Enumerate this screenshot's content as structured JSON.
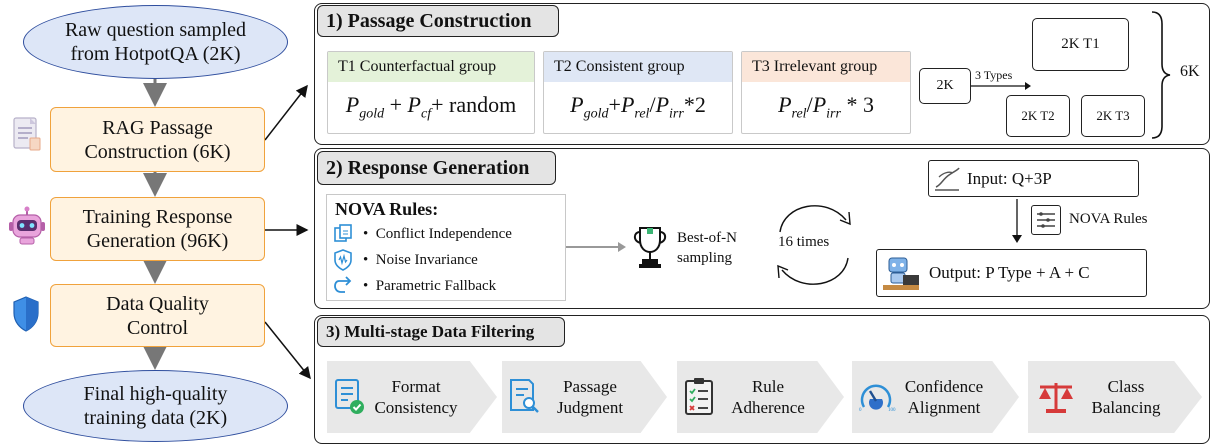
{
  "flow": {
    "start": "Raw question sampled from HotpotQA (2K)",
    "step1": "RAG Passage Construction (6K)",
    "step2": "Training Response Generation (96K)",
    "step3": "Data Quality Control",
    "end": "Final high-quality training data (2K)"
  },
  "passage": {
    "title": "1) Passage Construction",
    "groups": [
      {
        "head": "T1 Counterfactual group",
        "color": "#e4f2d9"
      },
      {
        "head": "T2 Consistent group",
        "color": "#dfe7f5"
      },
      {
        "head": "T3 Irrelevant group",
        "color": "#fbe6d9"
      }
    ],
    "formula1": {
      "p1": "P",
      "s1": "gold",
      "op": " + ",
      "p2": "P",
      "s2": "cf",
      "rest": "+ random"
    },
    "formula2": {
      "p1": "P",
      "s1": "gold",
      "op": "+",
      "p2": "P",
      "s2": "rel",
      "slash": "/",
      "p3": "P",
      "s3": "irr",
      "rest": "*2"
    },
    "formula3": {
      "p1": "P",
      "s1": "rel",
      "slash": "/",
      "p2": "P",
      "s2": "irr",
      "rest": " * 3"
    },
    "split": {
      "source": "2K",
      "arrow_label": "3 Types",
      "t1": "2K T1",
      "t2": "2K T2",
      "t3": "2K T3",
      "total": "6K"
    }
  },
  "response": {
    "title": "2) Response Generation",
    "rules_title": "NOVA Rules:",
    "rules": [
      "Conflict Independence",
      "Noise Invariance",
      "Parametric Fallback"
    ],
    "sampling": "Best-of-N sampling",
    "times": "16 times",
    "input": "Input: Q+3P",
    "rules_label": "NOVA Rules",
    "output": "Output: P Type + A + C"
  },
  "filtering": {
    "title": "3) Multi-stage Data Filtering",
    "stages": [
      {
        "l1": "Format",
        "l2": "Consistency"
      },
      {
        "l1": "Passage",
        "l2": "Judgment"
      },
      {
        "l1": "Rule",
        "l2": "Adherence"
      },
      {
        "l1": "Confidence",
        "l2": "Alignment"
      },
      {
        "l1": "Class",
        "l2": "Balancing"
      }
    ]
  },
  "icons": [
    "document-icon",
    "robot-icon",
    "shield-icon",
    "trophy-icon",
    "edit-icon",
    "list-icon",
    "robot-laptop-icon",
    "check-document-icon",
    "search-document-icon",
    "checklist-icon",
    "gauge-icon",
    "scale-icon"
  ],
  "colors": {
    "blue_border": "#2f4e9e",
    "blue_fill": "#dde6f7",
    "orange_border": "#f0a23c",
    "orange_fill": "#fff3e1",
    "accent_blue": "#2e8fd6",
    "scale_red": "#d63a3a"
  }
}
